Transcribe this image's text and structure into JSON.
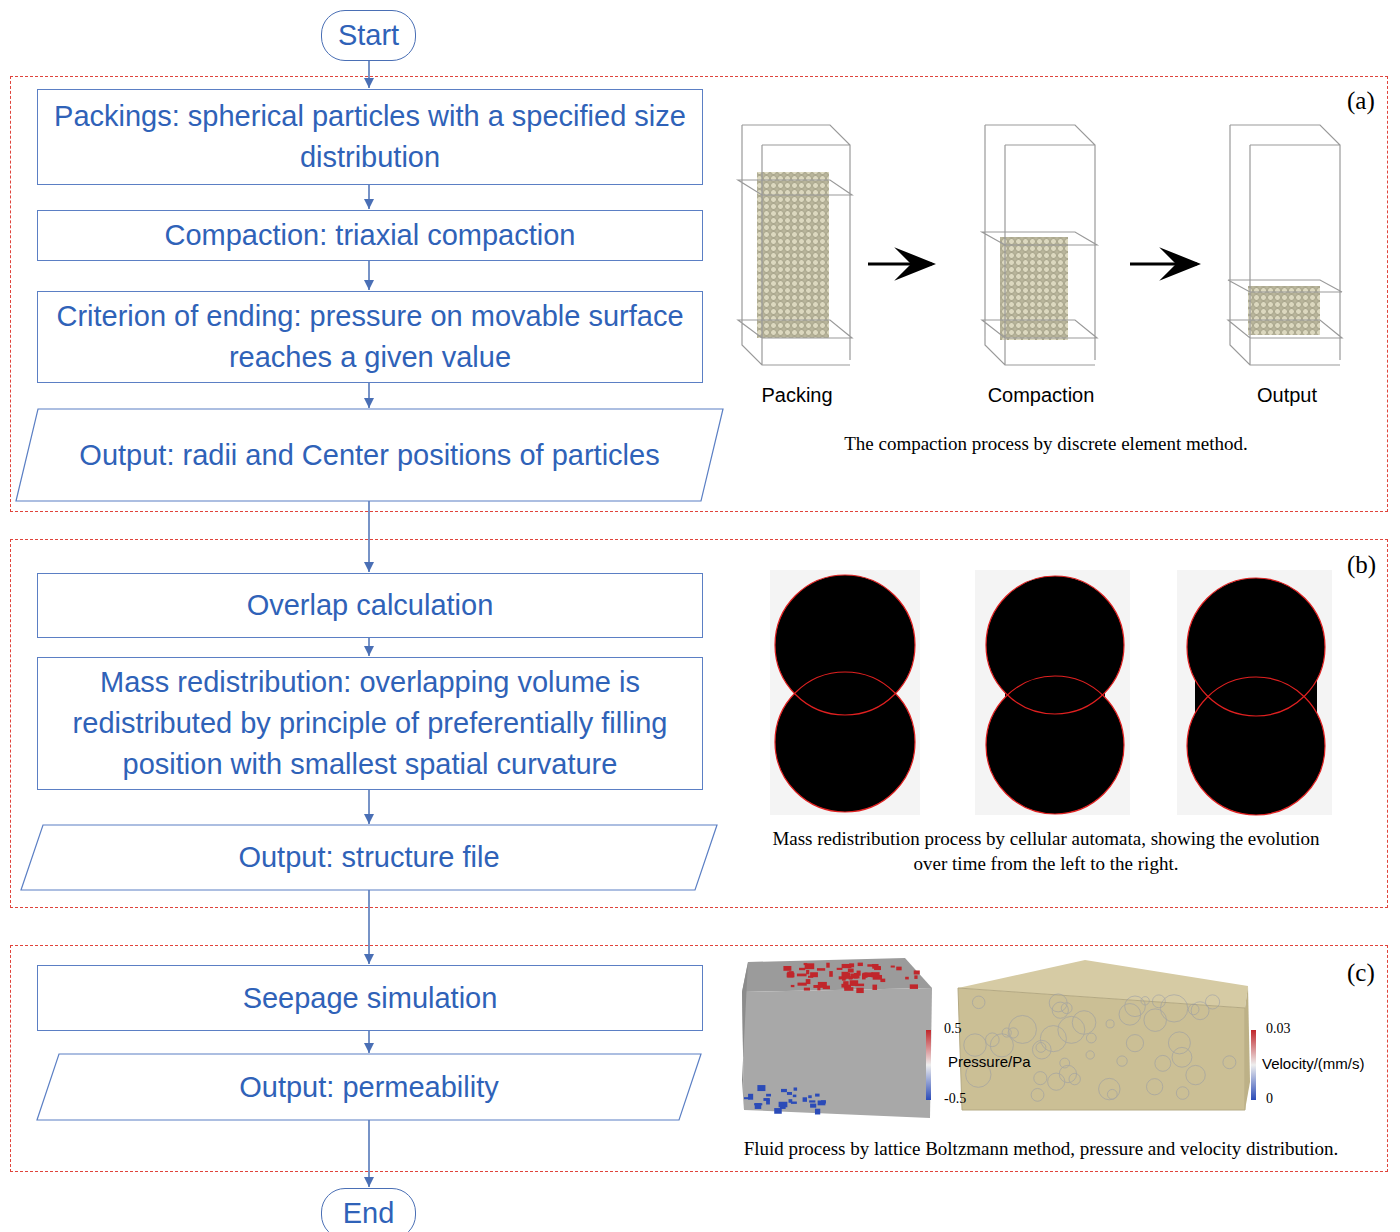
{
  "diagram": {
    "nodes": [
      {
        "text": [
          "Start"
        ]
      },
      {
        "text": [
          "(a)",
          "The compaction process by discrete element method."
        ]
      },
      {
        "text": [
          "Packings: spherical particles with a specified size distribution"
        ],
        "in": 1
      },
      {
        "text": [
          "Compaction: triaxial compaction"
        ],
        "in": 1
      },
      {
        "text": [
          "Criterion of ending:  pressure on movable surface reaches a given value"
        ],
        "in": 1
      },
      {
        "text": [
          "Output: radii and Center positions of particles"
        ],
        "in": 1
      },
      {
        "text": [
          "(b)",
          "Mass redistribution process by cellular automata, showing the evolution over time from the left to the right."
        ]
      },
      {
        "text": [
          "Overlap calculation"
        ],
        "in": 6
      },
      {
        "text": [
          "Mass redistribution: overlapping volume is redistributed by principle of preferentially filling position with smallest spatial curvature"
        ],
        "in": 6
      },
      {
        "text": [
          "Output: structure file"
        ],
        "in": 6
      },
      {
        "text": [
          "(c)",
          "Fluid process by lattice Boltzmann method, pressure and velocity distribution."
        ]
      },
      {
        "text": [
          "Seepage simulation"
        ],
        "in": 10
      },
      {
        "text": [
          "Output: permeability"
        ],
        "in": 10
      },
      {
        "text": [
          "End"
        ]
      }
    ],
    "edges": [
      {
        "from": 0,
        "to": 2,
        "arrow": "to"
      },
      {
        "from": 2,
        "to": 3,
        "arrow": "to"
      },
      {
        "from": 3,
        "to": 4,
        "arrow": "to"
      },
      {
        "from": 4,
        "to": 5,
        "arrow": "to"
      },
      {
        "from": 5,
        "to": 7,
        "arrow": "to"
      },
      {
        "from": 7,
        "to": 8,
        "arrow": "to"
      },
      {
        "from": 8,
        "to": 9,
        "arrow": "to"
      },
      {
        "from": 9,
        "to": 11,
        "arrow": "to"
      },
      {
        "from": 11,
        "to": 12,
        "arrow": "to"
      },
      {
        "from": 12,
        "to": 13,
        "arrow": "to"
      }
    ],
    "labels": [
      "Packing",
      "Compaction",
      "Output",
      "0.5",
      "Pressure/Pa",
      "-0.5",
      "0.03",
      "Velocity/(mm/s)",
      "0"
    ]
  }
}
